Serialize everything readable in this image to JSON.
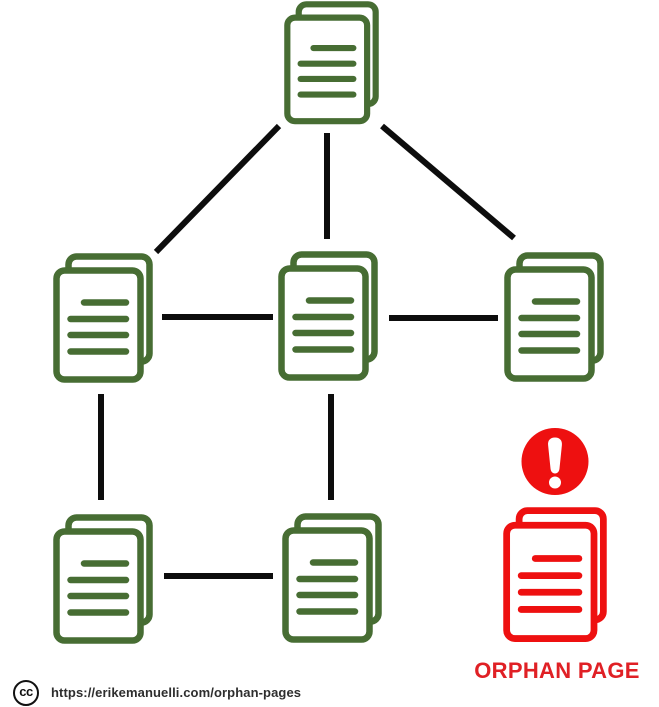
{
  "diagram": {
    "type": "sitemap-orphan-page-illustration",
    "orphan_label": "ORPHAN PAGE",
    "page_icon": "stacked-pages-icon",
    "alert_icon": "exclamation-circle-icon",
    "structure": {
      "levels": [
        {
          "level": 1,
          "pages": [
            "home"
          ]
        },
        {
          "level": 2,
          "pages": [
            "mid-left",
            "mid-center",
            "mid-right"
          ]
        },
        {
          "level": 3,
          "pages": [
            "bottom-left",
            "bottom-center"
          ]
        }
      ],
      "links": [
        [
          "home",
          "mid-left"
        ],
        [
          "home",
          "mid-center"
        ],
        [
          "home",
          "mid-right"
        ],
        [
          "mid-left",
          "mid-center"
        ],
        [
          "mid-center",
          "mid-right"
        ],
        [
          "mid-left",
          "bottom-left"
        ],
        [
          "mid-center",
          "bottom-center"
        ],
        [
          "bottom-left",
          "bottom-center"
        ]
      ],
      "orphan_page": {
        "id": "orphan",
        "linked": false
      }
    }
  },
  "attribution": {
    "license_icon": "creative-commons-icon",
    "license_text": "cc",
    "url": "https://erikemanuelli.com/orphan-pages"
  },
  "colors": {
    "page_green": "#476D33",
    "orphan_red": "#EE1010",
    "label_red": "#E02025",
    "connector_black": "#0D0D0D",
    "text_dark": "#2E2E2E",
    "background": "#FFFFFF"
  }
}
